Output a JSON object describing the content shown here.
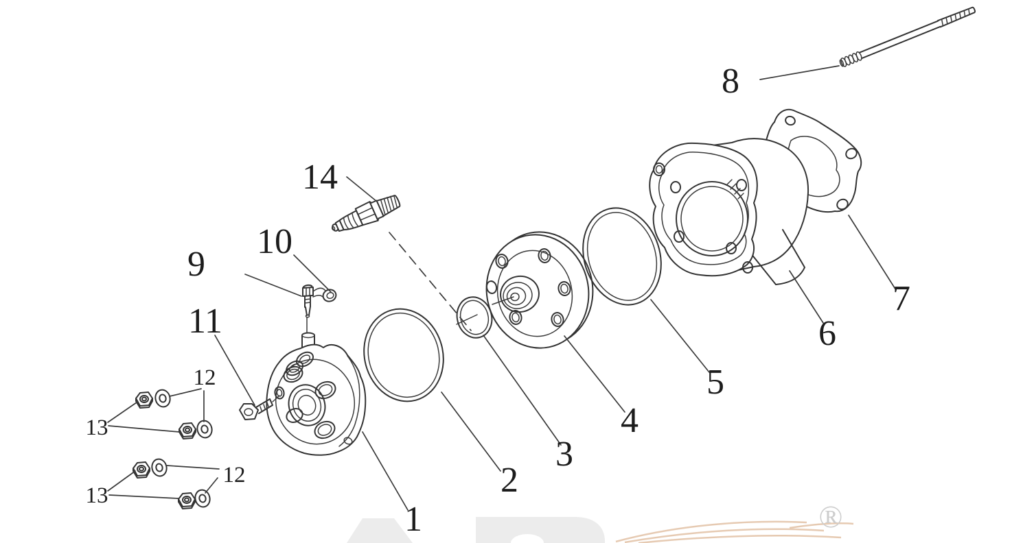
{
  "diagram": {
    "background_color": "#ffffff",
    "line_color": "#333333",
    "label_color": "#1c1c1c",
    "callouts": {
      "part1": "1",
      "part2": "2",
      "part3": "3",
      "part4": "4",
      "part5": "5",
      "part6": "6",
      "part7": "7",
      "part8": "8",
      "part9": "9",
      "part10": "10",
      "part11": "11",
      "part12_upper": "12",
      "part13_upper": "13",
      "part12_lower": "12",
      "part13_lower": "13",
      "part14": "14"
    },
    "watermark": {
      "registered_symbol": "®",
      "letters_color": "#ececec",
      "swoosh_color": "#e6cab2",
      "symbol_color": "#cdcdcd"
    }
  }
}
